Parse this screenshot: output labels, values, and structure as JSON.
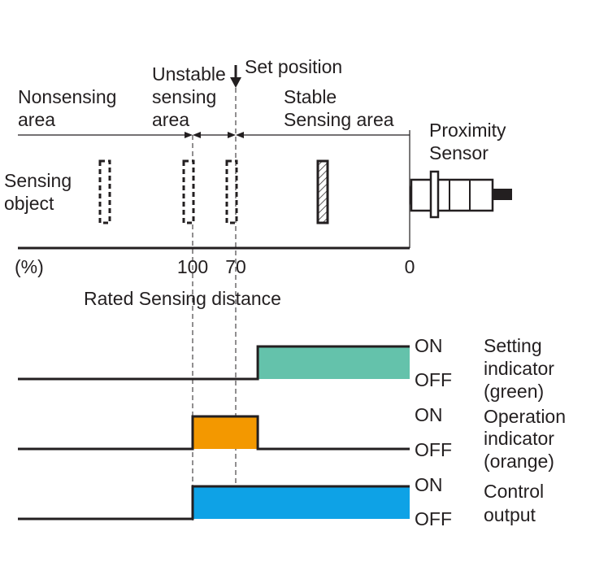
{
  "labels": {
    "set_position": "Set position",
    "unstable_line1": "Unstable",
    "unstable_line2": "sensing",
    "unstable_line3": "area",
    "nonsensing_line1": "Nonsensing",
    "nonsensing_line2": "area",
    "stable_line1": "Stable",
    "stable_line2": "Sensing area",
    "sensor_line1": "Proximity",
    "sensor_line2": "Sensor",
    "object_line1": "Sensing",
    "object_line2": "object",
    "rated_distance": "Rated Sensing distance"
  },
  "axis": {
    "unit": "(%)",
    "tick_100": "100",
    "tick_70": "70",
    "tick_0": "0"
  },
  "signals": [
    {
      "name_line1": "Setting",
      "name_line2": "indicator",
      "name_line3": "(green)",
      "on_label": "ON",
      "off_label": "OFF",
      "color": "#64c2ab",
      "on_from_percent": 70,
      "on_to_percent": 0
    },
    {
      "name_line1": "Operation",
      "name_line2": "indicator",
      "name_line3": "(orange)",
      "on_label": "ON",
      "off_label": "OFF",
      "color": "#f39800",
      "on_from_percent": 100,
      "on_to_percent": 70
    },
    {
      "name_line1": "Control",
      "name_line2": "output",
      "on_label": "ON",
      "off_label": "OFF",
      "color": "#0ea2e6",
      "on_from_percent": 100,
      "on_to_percent": 0
    }
  ]
}
